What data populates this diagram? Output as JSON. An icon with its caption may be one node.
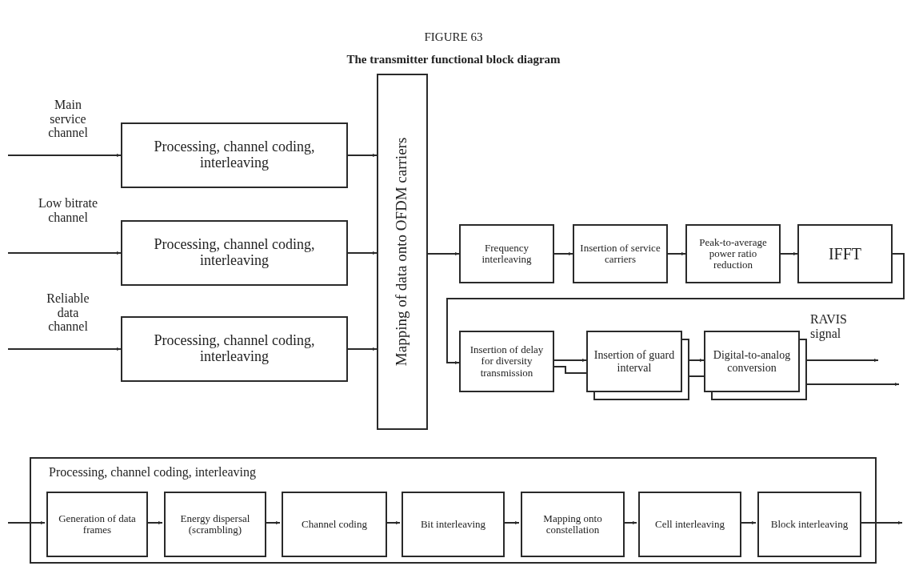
{
  "diagram": {
    "title": "FIGURE 63",
    "caption": "The transmitter functional block diagram",
    "nodes": [
      {
        "text": [
          "Processing, channel coding, interleaving"
        ]
      },
      {
        "text": [
          "Processing, channel coding, interleaving"
        ]
      },
      {
        "text": [
          "Processing, channel coding, interleaving"
        ]
      },
      {
        "text": [
          "Mapping of data onto OFDM carriers"
        ]
      },
      {
        "text": [
          "Frequency interleaving"
        ]
      },
      {
        "text": [
          "Insertion of service carriers"
        ]
      },
      {
        "text": [
          "Peak-to-average power ratio reduction"
        ]
      },
      {
        "text": [
          "IFFT"
        ]
      },
      {
        "text": [
          "Insertion of delay for diversity transmission"
        ]
      },
      {
        "text": [
          "Insertion of guard interval"
        ]
      },
      {
        "text": [
          "Digital-to-analog conversion"
        ]
      },
      {
        "text": [
          "Processing, channel coding, interleaving"
        ]
      },
      {
        "text": [
          "Generation of data frames"
        ],
        "in": 11
      },
      {
        "text": [
          "Energy dispersal (scrambling)"
        ],
        "in": 11
      },
      {
        "text": [
          "Channel coding"
        ],
        "in": 11
      },
      {
        "text": [
          "Bit interleaving"
        ],
        "in": 11
      },
      {
        "text": [
          "Mapping onto constellation"
        ],
        "in": 11
      },
      {
        "text": [
          "Cell interleaving"
        ],
        "in": 11
      },
      {
        "text": [
          "Block interleaving"
        ],
        "in": 11
      }
    ],
    "edges": [
      {
        "from": null,
        "to": 0,
        "arrow": "to",
        "label": "Main service channel"
      },
      {
        "from": null,
        "to": 1,
        "arrow": "to",
        "label": "Low bitrate channel"
      },
      {
        "from": null,
        "to": 2,
        "arrow": "to",
        "label": "Reliable data channel"
      },
      {
        "from": 0,
        "to": 3,
        "arrow": "to"
      },
      {
        "from": 1,
        "to": 3,
        "arrow": "to"
      },
      {
        "from": 2,
        "to": 3,
        "arrow": "to"
      },
      {
        "from": 3,
        "to": 4,
        "arrow": "to"
      },
      {
        "from": 4,
        "to": 5,
        "arrow": "to"
      },
      {
        "from": 5,
        "to": 6,
        "arrow": "to"
      },
      {
        "from": 6,
        "to": 7,
        "arrow": "to"
      },
      {
        "from": 7,
        "to": 8,
        "arrow": "to"
      },
      {
        "from": 8,
        "to": 9,
        "arrow": "to"
      },
      {
        "from": 8,
        "to": 9,
        "arrow": "none"
      },
      {
        "from": 9,
        "to": 10,
        "arrow": "to"
      },
      {
        "from": 9,
        "to": 10,
        "arrow": "none"
      },
      {
        "from": 10,
        "to": null,
        "arrow": "to",
        "label": "RAVIS signal"
      },
      {
        "from": 10,
        "to": null,
        "arrow": "to"
      },
      {
        "from": null,
        "to": 12,
        "arrow": "to"
      },
      {
        "from": 12,
        "to": 13,
        "arrow": "to"
      },
      {
        "from": 13,
        "to": 14,
        "arrow": "to"
      },
      {
        "from": 14,
        "to": 15,
        "arrow": "to"
      },
      {
        "from": 15,
        "to": 16,
        "arrow": "to"
      },
      {
        "from": 16,
        "to": 17,
        "arrow": "to"
      },
      {
        "from": 17,
        "to": 18,
        "arrow": "to"
      },
      {
        "from": 18,
        "to": null,
        "arrow": "to"
      }
    ]
  }
}
